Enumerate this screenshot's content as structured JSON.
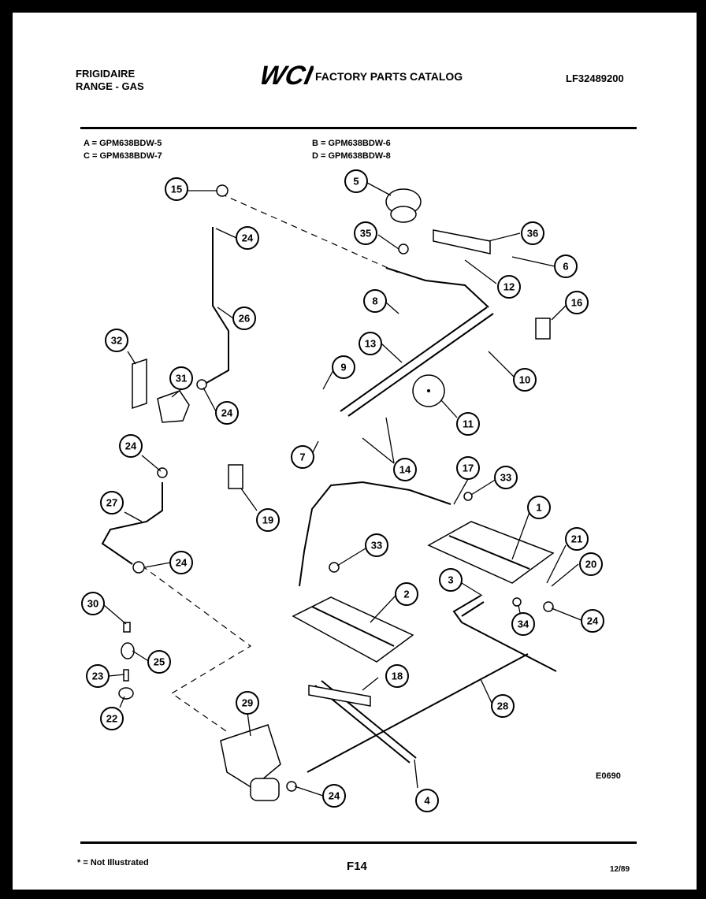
{
  "header": {
    "brand": "FRIGIDAIRE",
    "product": "RANGE - GAS",
    "logo_text": "WCI",
    "catalog_title": "FACTORY PARTS CATALOG",
    "part_number": "LF32489200"
  },
  "models": {
    "a": "A = GPM638BDW-5",
    "c": "C = GPM638BDW-7",
    "b": "B = GPM638BDW-6",
    "d": "D = GPM638BDW-8"
  },
  "diagram": {
    "code": "E0690",
    "callouts": [
      "1",
      "2",
      "3",
      "4",
      "5",
      "6",
      "7",
      "8",
      "9",
      "10",
      "11",
      "12",
      "13",
      "14",
      "15",
      "16",
      "17",
      "18",
      "19",
      "20",
      "21",
      "22",
      "23",
      "24",
      "24",
      "24",
      "24",
      "24",
      "24",
      "25",
      "26",
      "27",
      "28",
      "29",
      "30",
      "31",
      "32",
      "33",
      "33",
      "34",
      "35",
      "36"
    ]
  },
  "footer": {
    "note": "* = Not Illustrated",
    "page": "F14",
    "date": "12/89"
  }
}
